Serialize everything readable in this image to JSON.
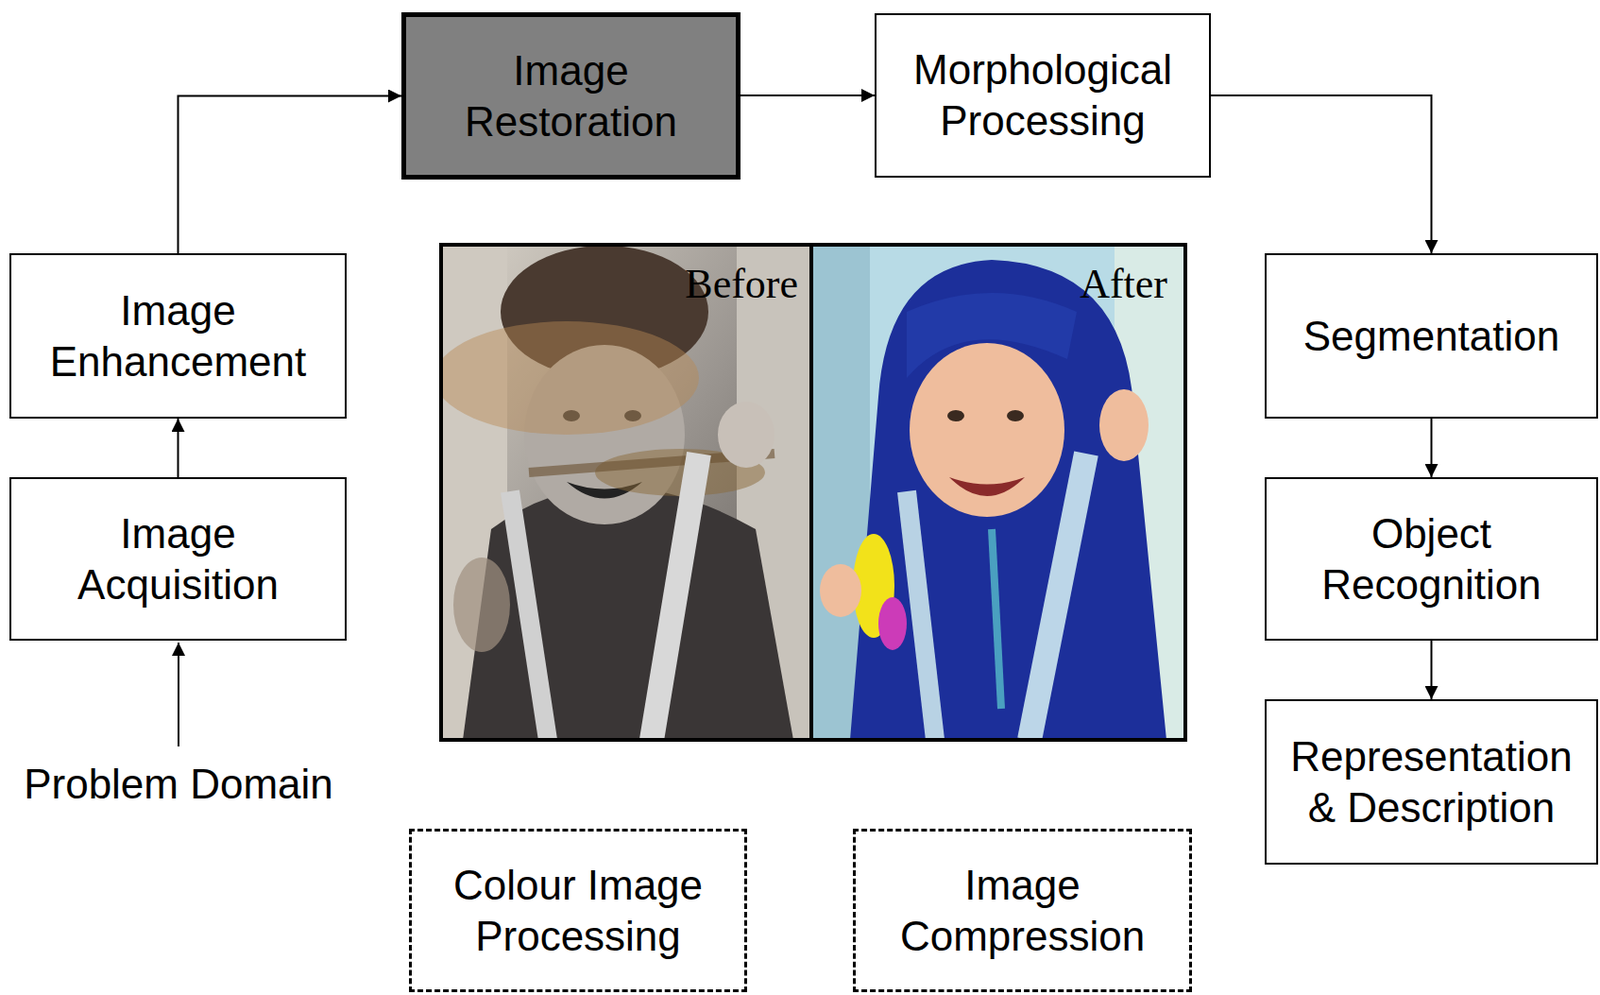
{
  "diagram": {
    "nodes": [
      {
        "text": [
          "Image Restoration"
        ]
      },
      {
        "text": [
          "Morphological Processing"
        ]
      },
      {
        "text": [
          "Image Enhancement"
        ]
      },
      {
        "text": [
          "Segmentation"
        ]
      },
      {
        "text": [
          "Image Acquisition"
        ]
      },
      {
        "text": [
          "Object Recognition"
        ]
      },
      {
        "text": [
          "Representation & Description"
        ]
      },
      {
        "text": [
          "Colour Image Processing"
        ]
      },
      {
        "text": [
          "Image Compression"
        ]
      }
    ],
    "edges": [
      {
        "from": 4,
        "to": 2,
        "arrow": "to"
      },
      {
        "from": 2,
        "to": 0,
        "arrow": "to"
      },
      {
        "from": 0,
        "to": 1,
        "arrow": "to"
      },
      {
        "from": 1,
        "to": 3,
        "arrow": "to"
      },
      {
        "from": 3,
        "to": 5,
        "arrow": "to"
      },
      {
        "from": 5,
        "to": 6,
        "arrow": "to"
      }
    ],
    "labels": [
      "Problem Domain",
      "Before",
      "After"
    ]
  }
}
